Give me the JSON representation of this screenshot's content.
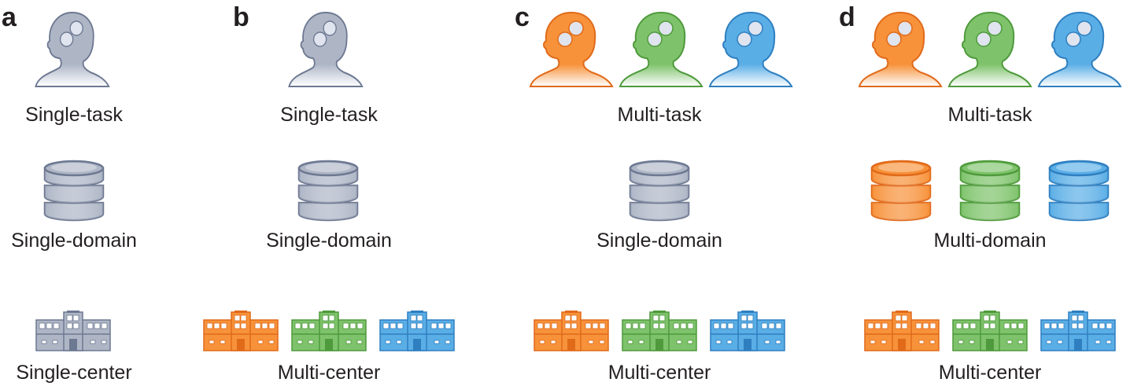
{
  "colors": {
    "gray": "#aeb6c6",
    "gray_dark": "#6d7891",
    "orange": "#f7923a",
    "orange_dark": "#e06a1a",
    "green": "#7ec36b",
    "green_dark": "#4f9a3c",
    "blue": "#5aaee6",
    "blue_dark": "#2f7fc0"
  },
  "panels": [
    {
      "letter": "a",
      "task_label": "Single-task",
      "domain_label": "Single-domain",
      "center_label": "Single-center",
      "heads": [
        "gray"
      ],
      "databases": [
        "gray"
      ],
      "buildings": [
        "gray"
      ]
    },
    {
      "letter": "b",
      "task_label": "Single-task",
      "domain_label": "Single-domain",
      "center_label": "Multi-center",
      "heads": [
        "gray"
      ],
      "databases": [
        "gray"
      ],
      "buildings": [
        "orange",
        "green",
        "blue"
      ]
    },
    {
      "letter": "c",
      "task_label": "Multi-task",
      "domain_label": "Single-domain",
      "center_label": "Multi-center",
      "heads": [
        "orange",
        "green",
        "blue"
      ],
      "databases": [
        "gray"
      ],
      "buildings": [
        "orange",
        "green",
        "blue"
      ]
    },
    {
      "letter": "d",
      "task_label": "Multi-task",
      "domain_label": "Multi-domain",
      "center_label": "Multi-center",
      "heads": [
        "orange",
        "green",
        "blue"
      ],
      "databases": [
        "orange",
        "green",
        "blue"
      ],
      "buildings": [
        "orange",
        "green",
        "blue"
      ]
    }
  ]
}
